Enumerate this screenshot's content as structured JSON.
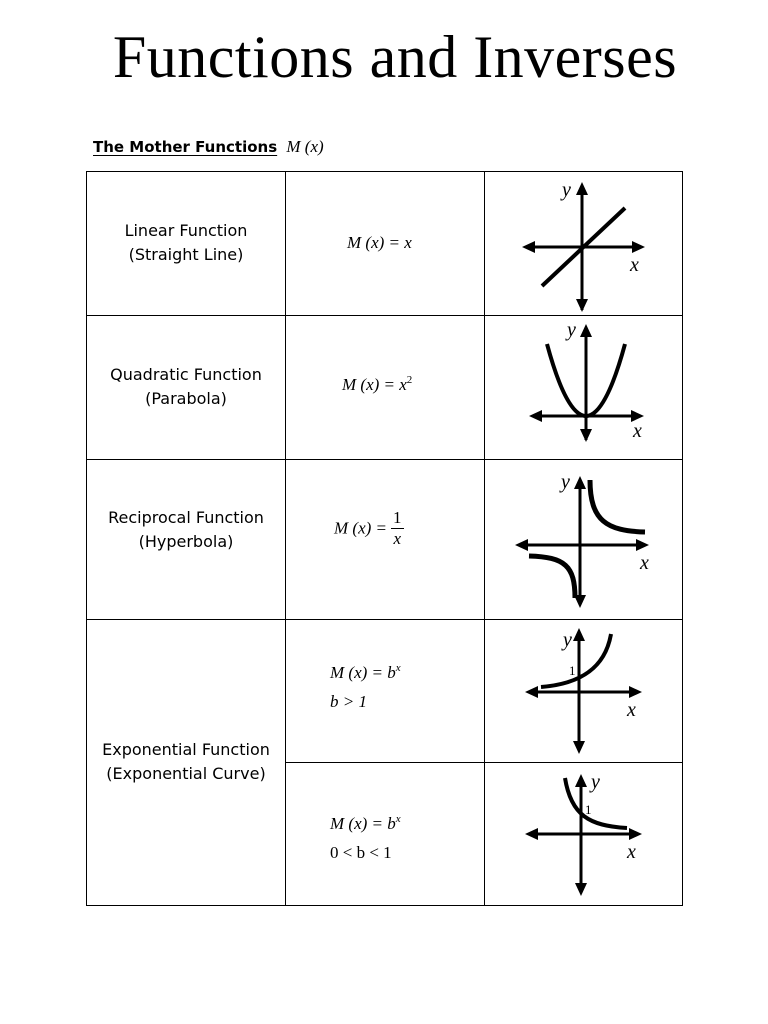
{
  "page": {
    "title": "Functions and Inverses",
    "subtitle": "The Mother Functions",
    "subtitle_notation": "M (x)"
  },
  "rows": [
    {
      "name_line1": "Linear Function",
      "name_line2": "(Straight Line)",
      "formula": "M (x) = x",
      "graph_labels": {
        "y": "y",
        "x": "x"
      },
      "graph_icon": "linear-graph-icon"
    },
    {
      "name_line1": "Quadratic Function",
      "name_line2": "(Parabola)",
      "formula_base": "M (x) = x",
      "formula_exponent": "2",
      "graph_labels": {
        "y": "y",
        "x": "x"
      },
      "graph_icon": "parabola-graph-icon"
    },
    {
      "name_line1": "Reciprocal Function",
      "name_line2": "(Hyperbola)",
      "formula_lhs": "M (x) =",
      "formula_numerator": "1",
      "formula_denominator": "x",
      "graph_labels": {
        "y": "y",
        "x": "x"
      },
      "graph_icon": "hyperbola-graph-icon"
    },
    {
      "name_line1": "Exponential Function",
      "name_line2": "(Exponential Curve)",
      "cases": [
        {
          "formula_base": "M (x) = b",
          "formula_exponent": "x",
          "condition": "b > 1",
          "graph_labels": {
            "y": "y",
            "x": "x",
            "intercept": "1"
          },
          "graph_icon": "exponential-growth-graph-icon"
        },
        {
          "formula_base": "M (x) = b",
          "formula_exponent": "x",
          "condition": "0 < b < 1",
          "graph_labels": {
            "y": "y",
            "x": "x",
            "intercept": "1"
          },
          "graph_icon": "exponential-decay-graph-icon"
        }
      ]
    }
  ]
}
